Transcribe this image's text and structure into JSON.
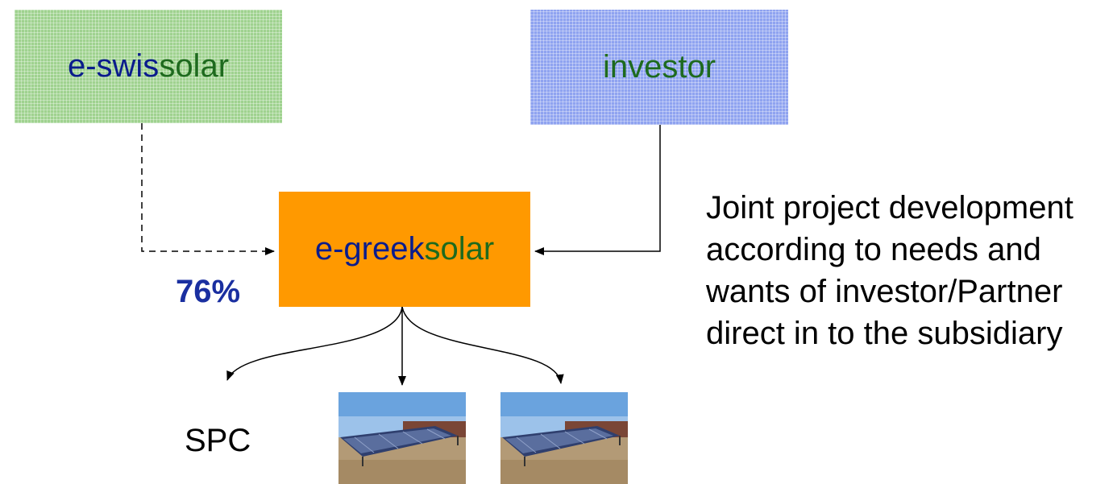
{
  "nodes": {
    "swiss": {
      "prefix": "e-swis",
      "suffix": "solar"
    },
    "investor": {
      "label": "investor"
    },
    "greek": {
      "prefix": "e-greek",
      "suffix": "solar"
    }
  },
  "ownership_label": "76%",
  "spc_label": "SPC",
  "description": "Joint project development according to needs and wants of investor/Partner direct in to the subsidiary",
  "photos": [
    {
      "icon": "solar-panel-array-photo"
    },
    {
      "icon": "solar-panel-array-photo"
    }
  ],
  "colors": {
    "swiss_box": "#9fd28f",
    "investor_box": "#8fa3f0",
    "greek_box": "#ff9900",
    "text_blue": "#0a1c8c",
    "text_green": "#1e6a1e"
  }
}
